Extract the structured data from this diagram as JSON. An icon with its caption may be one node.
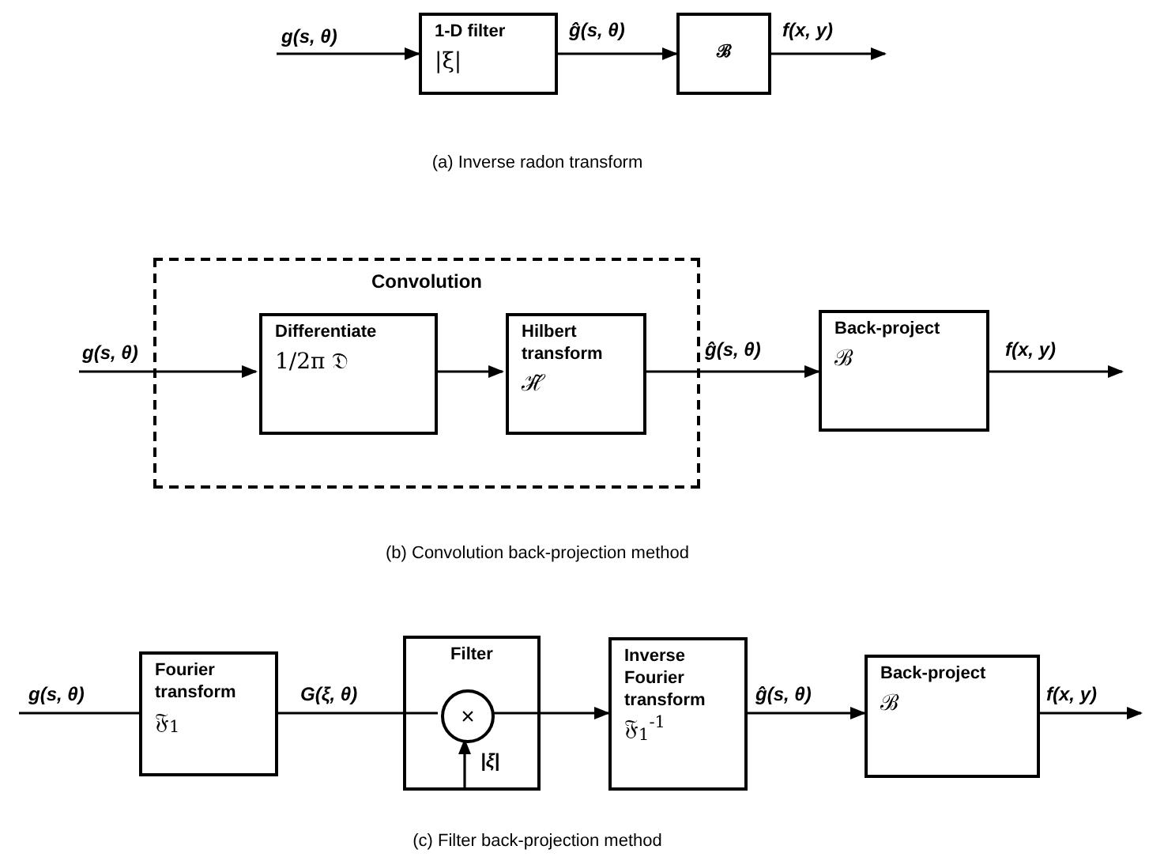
{
  "diagram": {
    "nodes": [
      {
        "text": [
          "1-D filter",
          "|ξ|"
        ]
      },
      {
        "text": [
          "ℬ"
        ]
      },
      {
        "text": [
          "Convolution"
        ]
      },
      {
        "text": [
          "Differentiate",
          "1/2π 𝔇"
        ],
        "in": 2
      },
      {
        "text": [
          "Hilbert transform",
          "ℋ̃"
        ],
        "in": 2
      },
      {
        "text": [
          "Back-project",
          "ℬ"
        ]
      },
      {
        "text": [
          "Fourier transform",
          "𝔉$_{1}$"
        ]
      },
      {
        "text": [
          "Filter"
        ]
      },
      {
        "text": [
          "×"
        ],
        "in": 7
      },
      {
        "text": [
          "Inverse Fourier transform",
          "𝔉$_{1}$$^{-1}$"
        ]
      },
      {
        "text": [
          "Back-project",
          "ℬ"
        ]
      }
    ],
    "edges": [
      {
        "from": null,
        "to": 0,
        "arrow": "to",
        "label": "g(s, θ)"
      },
      {
        "from": 0,
        "to": 1,
        "arrow": "to",
        "label": "ĝ(s, θ)"
      },
      {
        "from": 1,
        "to": null,
        "arrow": "to",
        "label": "f(x, y)"
      },
      {
        "from": null,
        "to": 3,
        "arrow": "to",
        "label": "g(s, θ)"
      },
      {
        "from": 3,
        "to": 4,
        "arrow": "to"
      },
      {
        "from": 4,
        "to": 5,
        "arrow": "to",
        "label": "ĝ(s, θ)"
      },
      {
        "from": 5,
        "to": null,
        "arrow": "to",
        "label": "f(x, y)"
      },
      {
        "from": null,
        "to": 6,
        "arrow": "none",
        "label": "g(s, θ)"
      },
      {
        "from": 6,
        "to": 8,
        "arrow": "none",
        "label": "G(ξ, θ)"
      },
      {
        "from": 8,
        "to": 9,
        "arrow": "to"
      },
      {
        "from": 9,
        "to": 10,
        "arrow": "to",
        "label": "ĝ(s, θ)"
      },
      {
        "from": 10,
        "to": null,
        "arrow": "to",
        "label": "f(x, y)"
      },
      {
        "from": null,
        "to": 8,
        "arrow": "to",
        "label": "|ξ|"
      }
    ],
    "labels": [
      "(a)  Inverse radon transform",
      "(b)  Convolution back-projection method",
      "(c)  Filter back-projection method"
    ]
  }
}
